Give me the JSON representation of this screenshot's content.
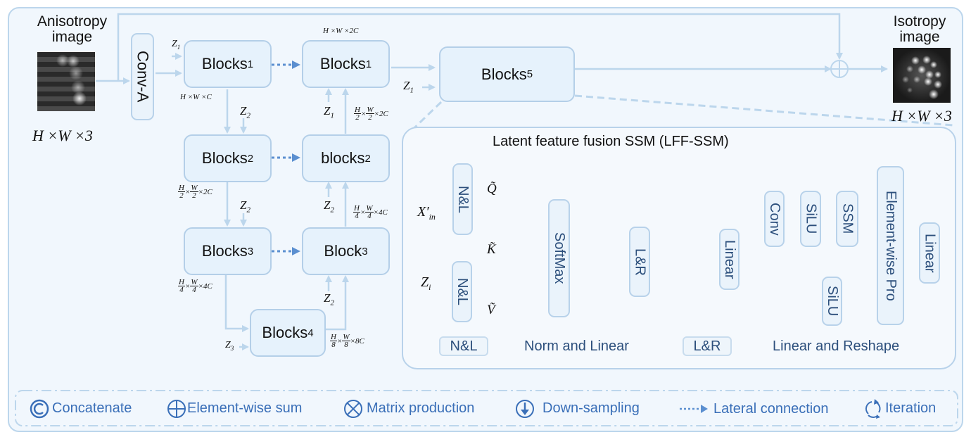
{
  "input": {
    "title_line1": "Anisotropy",
    "title_line2": "image",
    "dims": "H ×W ×3"
  },
  "output": {
    "title_line1": "Isotropy",
    "title_line2": "image",
    "dims": "H ×W ×3"
  },
  "conv_a": "Conv-A",
  "encoder": [
    {
      "name": "Blocks",
      "sub": "1",
      "dims": "H ×W ×C",
      "z": "Z",
      "z_sub": "1"
    },
    {
      "name": "Blocks",
      "sub": "2",
      "z": "Z",
      "z_sub": "2"
    },
    {
      "name": "Blocks",
      "sub": "3",
      "z": "Z",
      "z_sub": "2"
    },
    {
      "name": "Blocks",
      "sub": "4",
      "z": "Z",
      "z_sub": "3"
    }
  ],
  "decoder": [
    {
      "name": "Blocks",
      "sub": "1",
      "dims": "H ×W ×2C"
    },
    {
      "name": "blocks",
      "sub": "2",
      "z": "Z",
      "z_sub": "1"
    },
    {
      "name": "Block",
      "sub": "3",
      "z": "Z",
      "z_sub": "2"
    }
  ],
  "extra_z": {
    "z": "Z",
    "z_sub": "2"
  },
  "fractions": {
    "enc2": {
      "h": "H",
      "hd": "2",
      "w": "W",
      "wd": "2",
      "c": "×2C"
    },
    "enc3": {
      "h": "H",
      "hd": "4",
      "w": "W",
      "wd": "4",
      "c": "×4C"
    },
    "dec2": {
      "h": "H",
      "hd": "2",
      "w": "W",
      "wd": "2",
      "c": "×2C"
    },
    "dec3": {
      "h": "H",
      "hd": "4",
      "w": "W",
      "wd": "4",
      "c": "×4C"
    },
    "b4": {
      "h": "H",
      "hd": "8",
      "w": "W",
      "wd": "8",
      "c": "×8C"
    }
  },
  "blocks5": {
    "name": "Blocks",
    "sub": "5",
    "z": "Z",
    "z_sub": "1"
  },
  "lff": {
    "title": "Latent feature fusion SSM (LFF-SSM)",
    "x_in": "X′",
    "x_in_sub": "in",
    "z_i": "Z",
    "z_i_sub": "i",
    "q": "Q̃",
    "k": "K̃",
    "v": "Ṽ",
    "nl1": "N&L",
    "nl2": "N&L",
    "softmax": "SoftMax",
    "lr": "L&R",
    "linear1": "Linear",
    "conv": "Conv",
    "silu1": "SiLU",
    "ssm": "SSM",
    "silu2": "SiLU",
    "ewp": "Element-wise Pro",
    "linear2": "Linear",
    "key": [
      {
        "abbr": "N&L",
        "desc": "Norm and Linear"
      },
      {
        "abbr": "L&R",
        "desc": "Linear and Reshape"
      }
    ]
  },
  "legend": [
    {
      "icon": "concatenate-icon",
      "label": "Concatenate"
    },
    {
      "icon": "element-wise-sum-icon",
      "label": "Element-wise sum"
    },
    {
      "icon": "matrix-production-icon",
      "label": "Matrix production"
    },
    {
      "icon": "down-sampling-icon",
      "label": "Down-sampling"
    },
    {
      "icon": "lateral-connection-icon",
      "label": "Lateral connection"
    },
    {
      "icon": "iteration-icon",
      "label": "Iteration"
    }
  ],
  "colors": {
    "wire": "#bcd6ec",
    "lateral": "#5b8fd0",
    "legend": "#3a6fb8",
    "box_border": "#b4cfe8",
    "box_fill": "#e6f2fc"
  }
}
